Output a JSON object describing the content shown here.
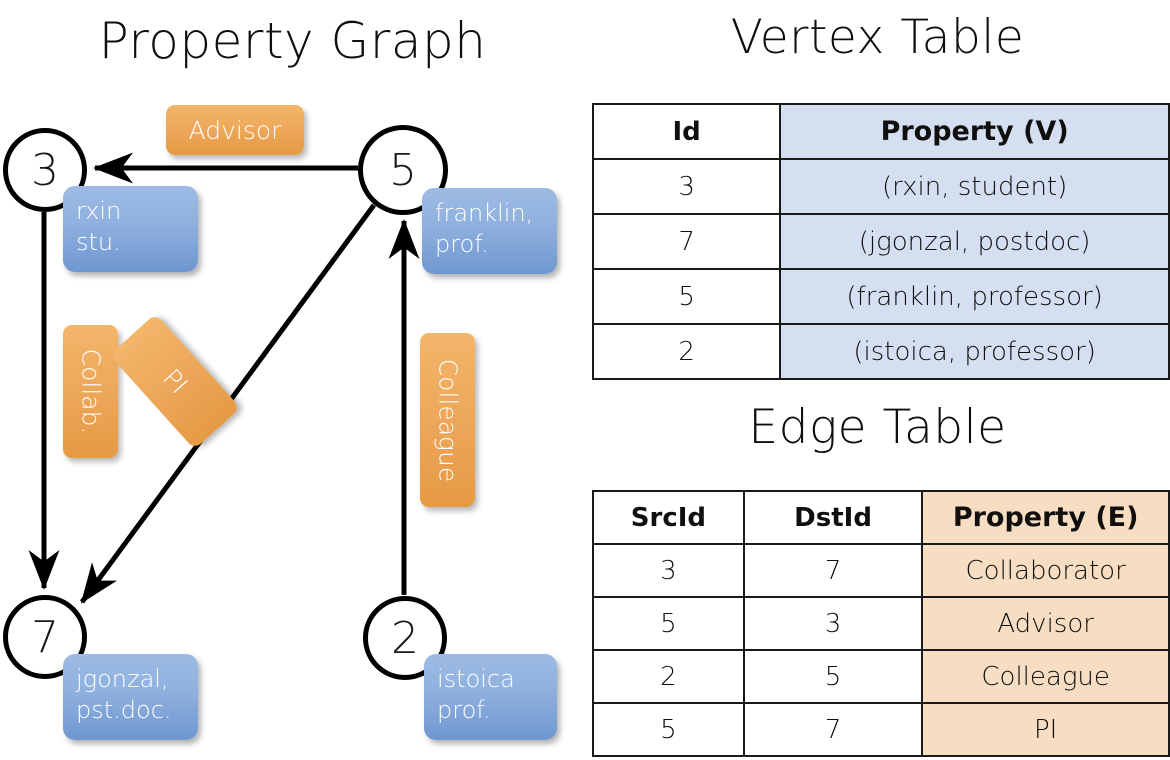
{
  "graph": {
    "title": "Property Graph",
    "nodes": [
      {
        "id": "3",
        "prop_lines": [
          "rxin",
          "stu."
        ]
      },
      {
        "id": "5",
        "prop_lines": [
          "franklin,",
          "prof."
        ]
      },
      {
        "id": "7",
        "prop_lines": [
          "jgonzal,",
          "pst.doc."
        ]
      },
      {
        "id": "2",
        "prop_lines": [
          "istoica",
          "prof."
        ]
      }
    ],
    "edge_labels": [
      {
        "name": "advisor",
        "text": "Advisor"
      },
      {
        "name": "collab",
        "text": "Collab."
      },
      {
        "name": "pi",
        "text": "PI"
      },
      {
        "name": "colleague",
        "text": "Colleague"
      }
    ],
    "edges": [
      {
        "from": "5",
        "to": "3",
        "label": "Advisor"
      },
      {
        "from": "3",
        "to": "7",
        "label": "Collab."
      },
      {
        "from": "5",
        "to": "7",
        "label": "PI"
      },
      {
        "from": "2",
        "to": "5",
        "label": "Colleague"
      }
    ]
  },
  "vertex_table": {
    "title": "Vertex Table",
    "headers": [
      "Id",
      "Property (V)"
    ],
    "rows": [
      {
        "id": "3",
        "property": "(rxin, student)"
      },
      {
        "id": "7",
        "property": "(jgonzal, postdoc)"
      },
      {
        "id": "5",
        "property": "(franklin, professor)"
      },
      {
        "id": "2",
        "property": "(istoica, professor)"
      }
    ]
  },
  "edge_table": {
    "title": "Edge Table",
    "headers": [
      "SrcId",
      "DstId",
      "Property (E)"
    ],
    "rows": [
      {
        "src": "3",
        "dst": "7",
        "property": "Collaborator"
      },
      {
        "src": "5",
        "dst": "3",
        "property": "Advisor"
      },
      {
        "src": "2",
        "dst": "5",
        "property": "Colleague"
      },
      {
        "src": "5",
        "dst": "7",
        "property": "PI"
      }
    ]
  },
  "colors": {
    "vertex_property_fill": "#d4dff2",
    "edge_property_fill": "#f7dec2",
    "node_box_blue": "#8fb0de",
    "edge_label_orange": "#eda75a",
    "stroke": "#000000"
  }
}
